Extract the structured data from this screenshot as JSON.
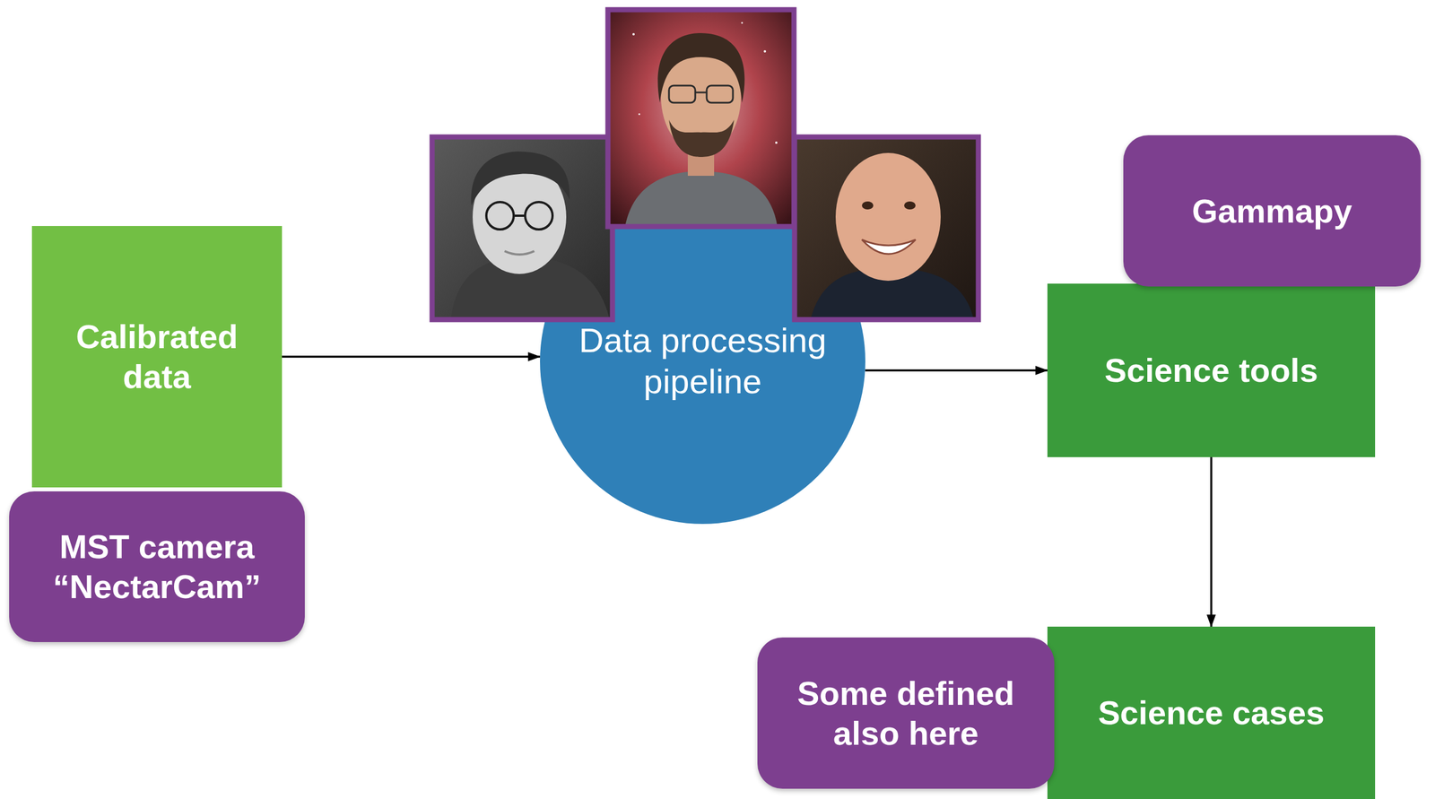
{
  "diagram": {
    "nodes": [
      {
        "text": [
          "Calibrated data"
        ]
      },
      {
        "text": [
          "MST camera “NectarCam”"
        ]
      },
      {
        "text": [
          "Data processing pipeline"
        ]
      },
      {
        "text": [
          "Gammapy"
        ]
      },
      {
        "text": [
          "Science tools"
        ]
      },
      {
        "text": [
          "Some defined also here"
        ]
      },
      {
        "text": [
          "Science cases"
        ]
      }
    ],
    "edges": [
      {
        "from": 0,
        "to": 2,
        "arrow": "to"
      },
      {
        "from": 2,
        "to": 4,
        "arrow": "to"
      },
      {
        "from": 4,
        "to": 6,
        "arrow": "to"
      }
    ]
  }
}
